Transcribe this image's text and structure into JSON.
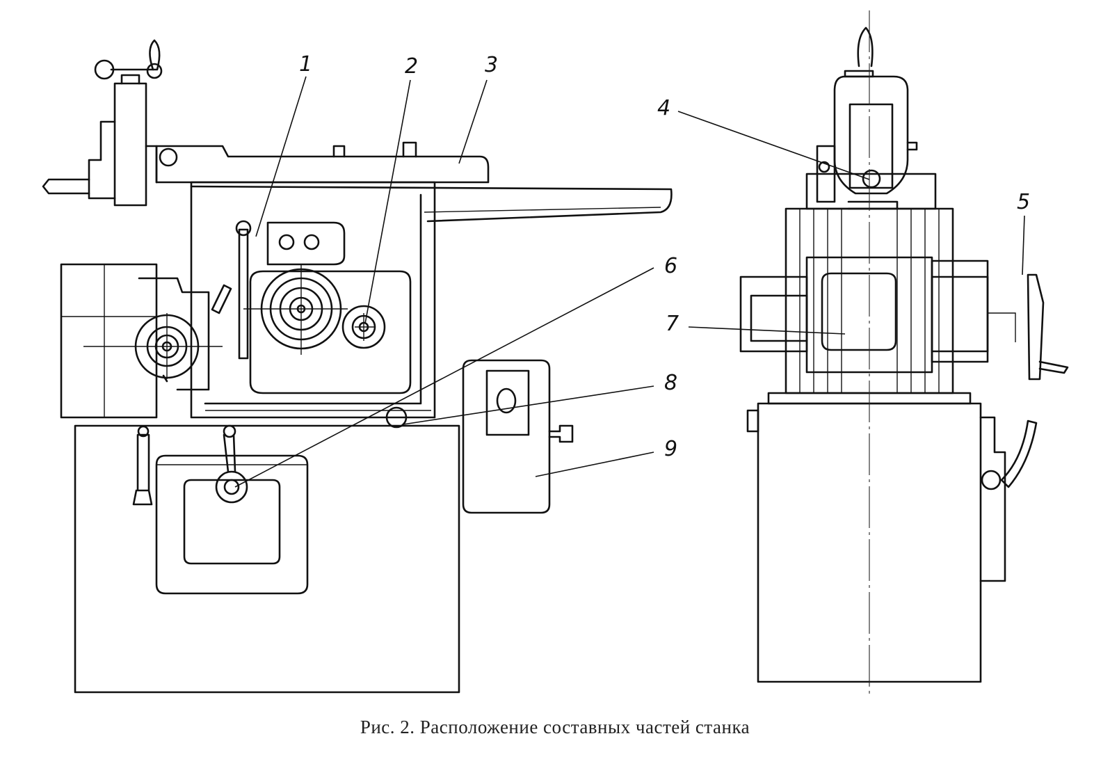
{
  "figure": {
    "caption": "Рис. 2. Расположение составных частей станка",
    "views": [
      "side-view",
      "front-view"
    ]
  },
  "callouts": [
    {
      "id": "1",
      "label": "1"
    },
    {
      "id": "2",
      "label": "2"
    },
    {
      "id": "3",
      "label": "3"
    },
    {
      "id": "4",
      "label": "4"
    },
    {
      "id": "5",
      "label": "5"
    },
    {
      "id": "6",
      "label": "6"
    },
    {
      "id": "7",
      "label": "7"
    },
    {
      "id": "8",
      "label": "8"
    },
    {
      "id": "9",
      "label": "9"
    }
  ],
  "colors": {
    "ink": "#111111",
    "paper": "#ffffff"
  }
}
